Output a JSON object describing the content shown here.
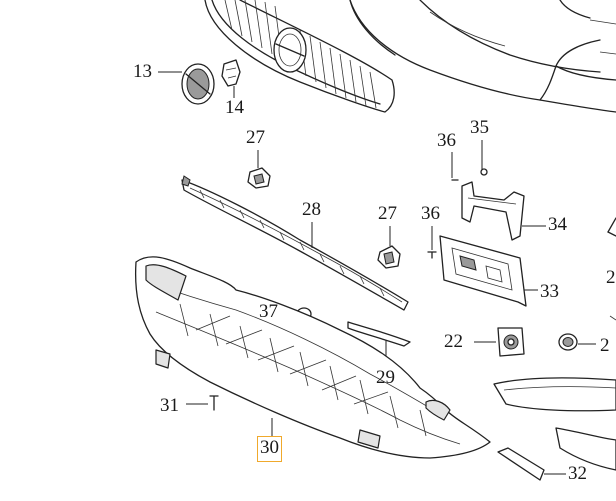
{
  "diagram": {
    "callouts": [
      {
        "id": "13",
        "text": "13"
      },
      {
        "id": "14",
        "text": "14"
      },
      {
        "id": "27a",
        "text": "27"
      },
      {
        "id": "36a",
        "text": "36"
      },
      {
        "id": "35",
        "text": "35"
      },
      {
        "id": "28",
        "text": "28"
      },
      {
        "id": "27b",
        "text": "27"
      },
      {
        "id": "36b",
        "text": "36"
      },
      {
        "id": "34",
        "text": "34"
      },
      {
        "id": "2a",
        "text": "2"
      },
      {
        "id": "33",
        "text": "33"
      },
      {
        "id": "37",
        "text": "37"
      },
      {
        "id": "22",
        "text": "22"
      },
      {
        "id": "2b",
        "text": "2"
      },
      {
        "id": "29",
        "text": "29"
      },
      {
        "id": "31",
        "text": "31"
      },
      {
        "id": "30",
        "text": "30"
      },
      {
        "id": "32",
        "text": "32"
      }
    ],
    "selected_callout": "30",
    "highlight_color": "#f0a92c"
  }
}
